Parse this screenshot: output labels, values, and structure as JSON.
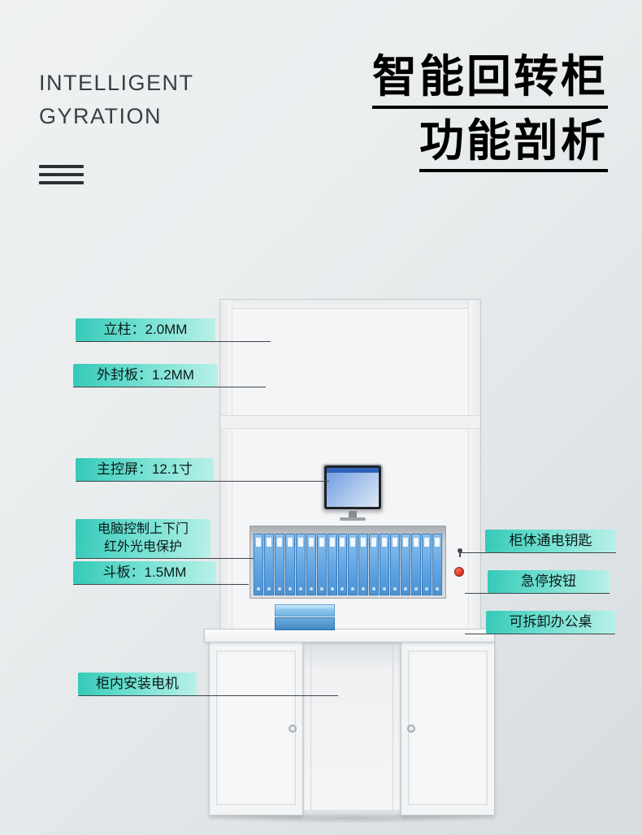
{
  "header": {
    "brand_line1": "INTELLIGENT",
    "brand_line2": "GYRATION",
    "title_line1": "智能回转柜",
    "title_line2": "功能剖析"
  },
  "callouts": {
    "left": [
      {
        "id": "column",
        "label": "立柱：2.0MM"
      },
      {
        "id": "outer-panel",
        "label": "外封板：1.2MM"
      },
      {
        "id": "main-screen",
        "label": "主控屏：12.1寸"
      },
      {
        "id": "door-control",
        "label_line1": "电脑控制上下门",
        "label_line2": "红外光电保护"
      },
      {
        "id": "bucket-plate",
        "label": "斗板：1.5MM"
      },
      {
        "id": "motor",
        "label": "柜内安装电机"
      }
    ],
    "right": [
      {
        "id": "power-key",
        "label": "柜体通电钥匙"
      },
      {
        "id": "emergency-stop",
        "label": "急停按钮"
      },
      {
        "id": "detachable-desk",
        "label": "可拆卸办公桌"
      }
    ]
  },
  "product": {
    "binder_count": 18
  },
  "colors": {
    "pill_gradient_start": "#35c9b8",
    "pill_gradient_end": "#b9f0e8",
    "binder_blue": "#5ea3e2",
    "emergency_red": "#d22f20",
    "title_text": "#000000",
    "brand_text": "#393e41"
  }
}
